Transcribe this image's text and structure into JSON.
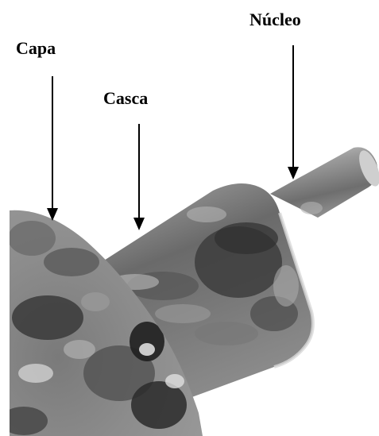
{
  "labels": {
    "nucleo": "Núcleo",
    "capa": "Capa",
    "casca": "Casca"
  },
  "colors": {
    "background": "#ffffff",
    "text": "#000000",
    "arrow": "#000000"
  }
}
